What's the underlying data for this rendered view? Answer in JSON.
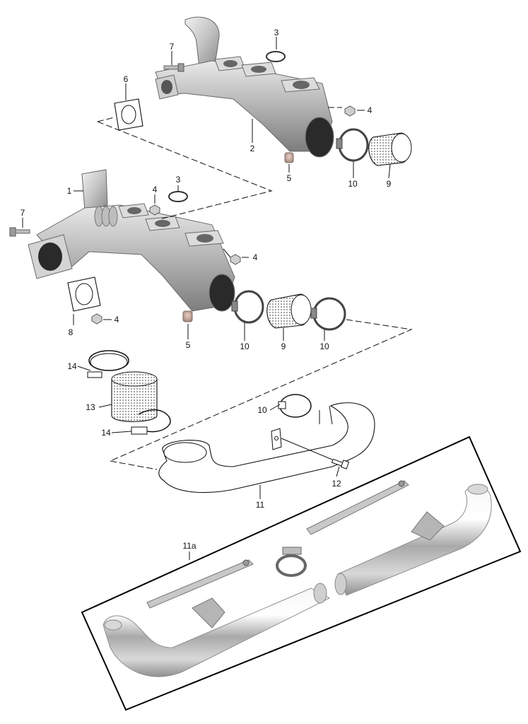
{
  "diagram": {
    "callouts": [
      {
        "id": "c-7-top",
        "text": "7"
      },
      {
        "id": "c-3-top",
        "text": "3"
      },
      {
        "id": "c-6",
        "text": "6"
      },
      {
        "id": "c-4-top",
        "text": "4"
      },
      {
        "id": "c-2",
        "text": "2"
      },
      {
        "id": "c-5-top",
        "text": "5"
      },
      {
        "id": "c-10-top",
        "text": "10"
      },
      {
        "id": "c-9-top",
        "text": "9"
      },
      {
        "id": "c-1",
        "text": "1"
      },
      {
        "id": "c-4-mid",
        "text": "4"
      },
      {
        "id": "c-3-mid",
        "text": "3"
      },
      {
        "id": "c-7-mid",
        "text": "7"
      },
      {
        "id": "c-4-right",
        "text": "4"
      },
      {
        "id": "c-4-left",
        "text": "4"
      },
      {
        "id": "c-8",
        "text": "8"
      },
      {
        "id": "c-5-mid",
        "text": "5"
      },
      {
        "id": "c-10-a",
        "text": "10"
      },
      {
        "id": "c-9-mid",
        "text": "9"
      },
      {
        "id": "c-10-b",
        "text": "10"
      },
      {
        "id": "c-14-top",
        "text": "14"
      },
      {
        "id": "c-13",
        "text": "13"
      },
      {
        "id": "c-14-bot",
        "text": "14"
      },
      {
        "id": "c-10-c",
        "text": "10"
      },
      {
        "id": "c-12",
        "text": "12"
      },
      {
        "id": "c-11",
        "text": "11"
      },
      {
        "id": "c-11a",
        "text": "11a"
      }
    ]
  }
}
